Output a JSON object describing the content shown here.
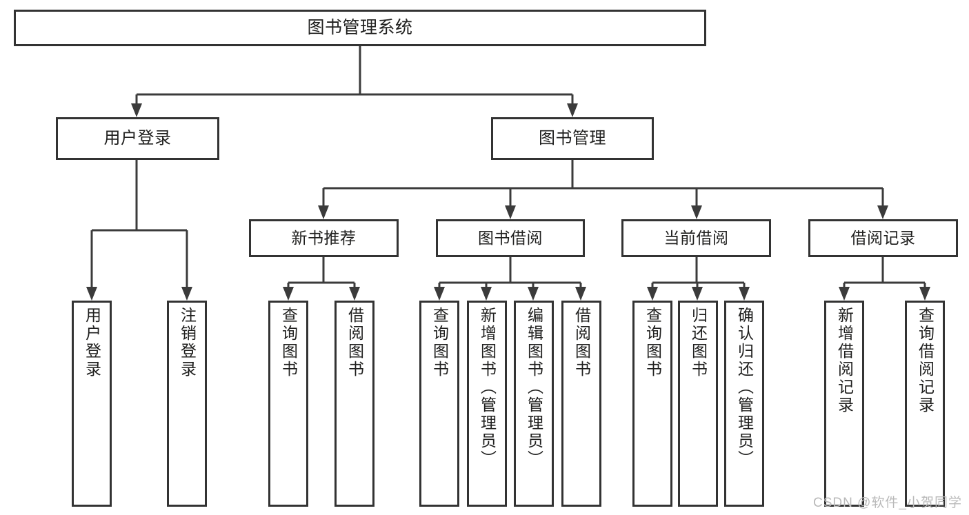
{
  "diagram": {
    "title": "图书管理系统",
    "type": "tree-hierarchy-chart",
    "background_color": "#ffffff",
    "box_border_color": "#333333",
    "connector_color": "#3b3b3b",
    "text_color": "#20201f"
  },
  "root": {
    "label": "图书管理系统"
  },
  "level2": [
    {
      "label": "用户登录"
    },
    {
      "label": "图书管理"
    }
  ],
  "level3": [
    {
      "label": "新书推荐"
    },
    {
      "label": "图书借阅"
    },
    {
      "label": "当前借阅"
    },
    {
      "label": "借阅记录"
    }
  ],
  "leaves": {
    "user_login": [
      {
        "label": "用户登录"
      },
      {
        "label": "注销登录"
      }
    ],
    "new_book_recommend": [
      {
        "label": "查询图书"
      },
      {
        "label": "借阅图书"
      }
    ],
    "book_borrow": [
      {
        "label": "查询图书"
      },
      {
        "label": "新增图书（管理员）"
      },
      {
        "label": "编辑图书（管理员）"
      },
      {
        "label": "借阅图书"
      }
    ],
    "current_borrow": [
      {
        "label": "查询图书"
      },
      {
        "label": "归还图书"
      },
      {
        "label": "确认归还（管理员）"
      }
    ],
    "borrow_record": [
      {
        "label": "新增借阅记录"
      },
      {
        "label": "查询借阅记录"
      }
    ]
  },
  "watermark": {
    "text": "CSDN @软件_小贺同学"
  }
}
